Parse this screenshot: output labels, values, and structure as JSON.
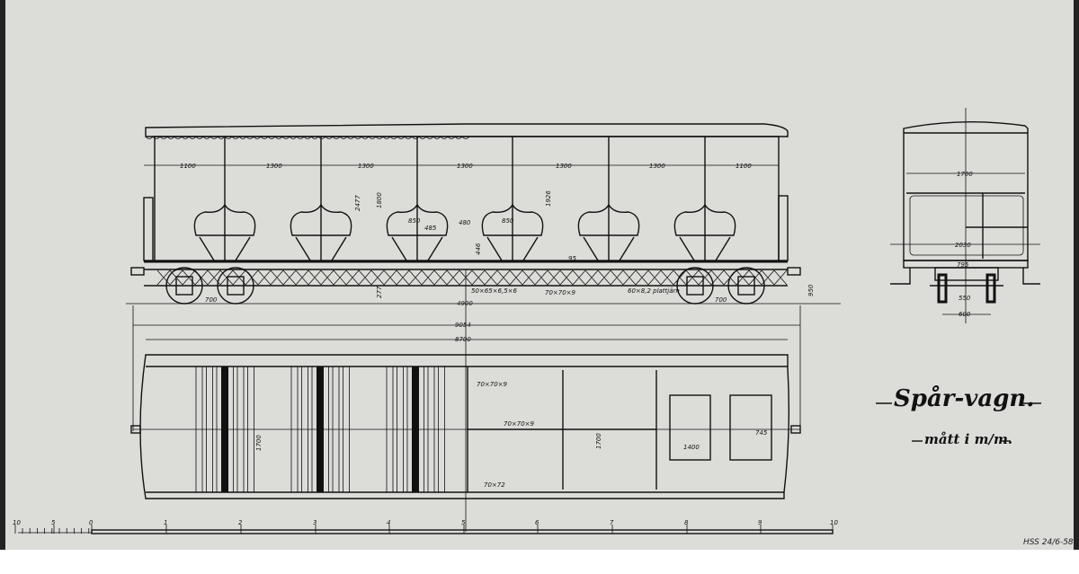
{
  "drawing": {
    "title": "Spår-vagn.",
    "subtitle": "mått i m/m.",
    "stamp": "HSS 24/6-58",
    "colors": {
      "paper": "#dcdcd9",
      "ink": "#111111"
    },
    "side_view": {
      "bay_dims": [
        "1100",
        "1300",
        "1300",
        "1300",
        "1300",
        "1300",
        "1100"
      ],
      "heights": [
        "2477",
        "1800",
        "1926"
      ],
      "seat_dims": [
        "850",
        "485",
        "480",
        "850",
        "446",
        "95"
      ],
      "frame_dims": [
        "277",
        "700",
        "700",
        "950"
      ],
      "profiles": [
        "50×65×6,5×6",
        "70×70×9",
        "60×8,2 plattjärn"
      ],
      "lengths": [
        "4900",
        "9054",
        "8700"
      ]
    },
    "plan_view": {
      "dims": [
        "1700",
        "1700",
        "70×70×9",
        "70×70×9",
        "70×72",
        "1400",
        "745"
      ]
    },
    "end_view": {
      "dims": [
        "1700",
        "2030",
        "795",
        "550",
        "600"
      ]
    },
    "scale_bar": {
      "labels": [
        "10",
        "5",
        "0",
        "1",
        "2",
        "3",
        "4",
        "5",
        "6",
        "7",
        "8",
        "9",
        "10"
      ]
    }
  }
}
